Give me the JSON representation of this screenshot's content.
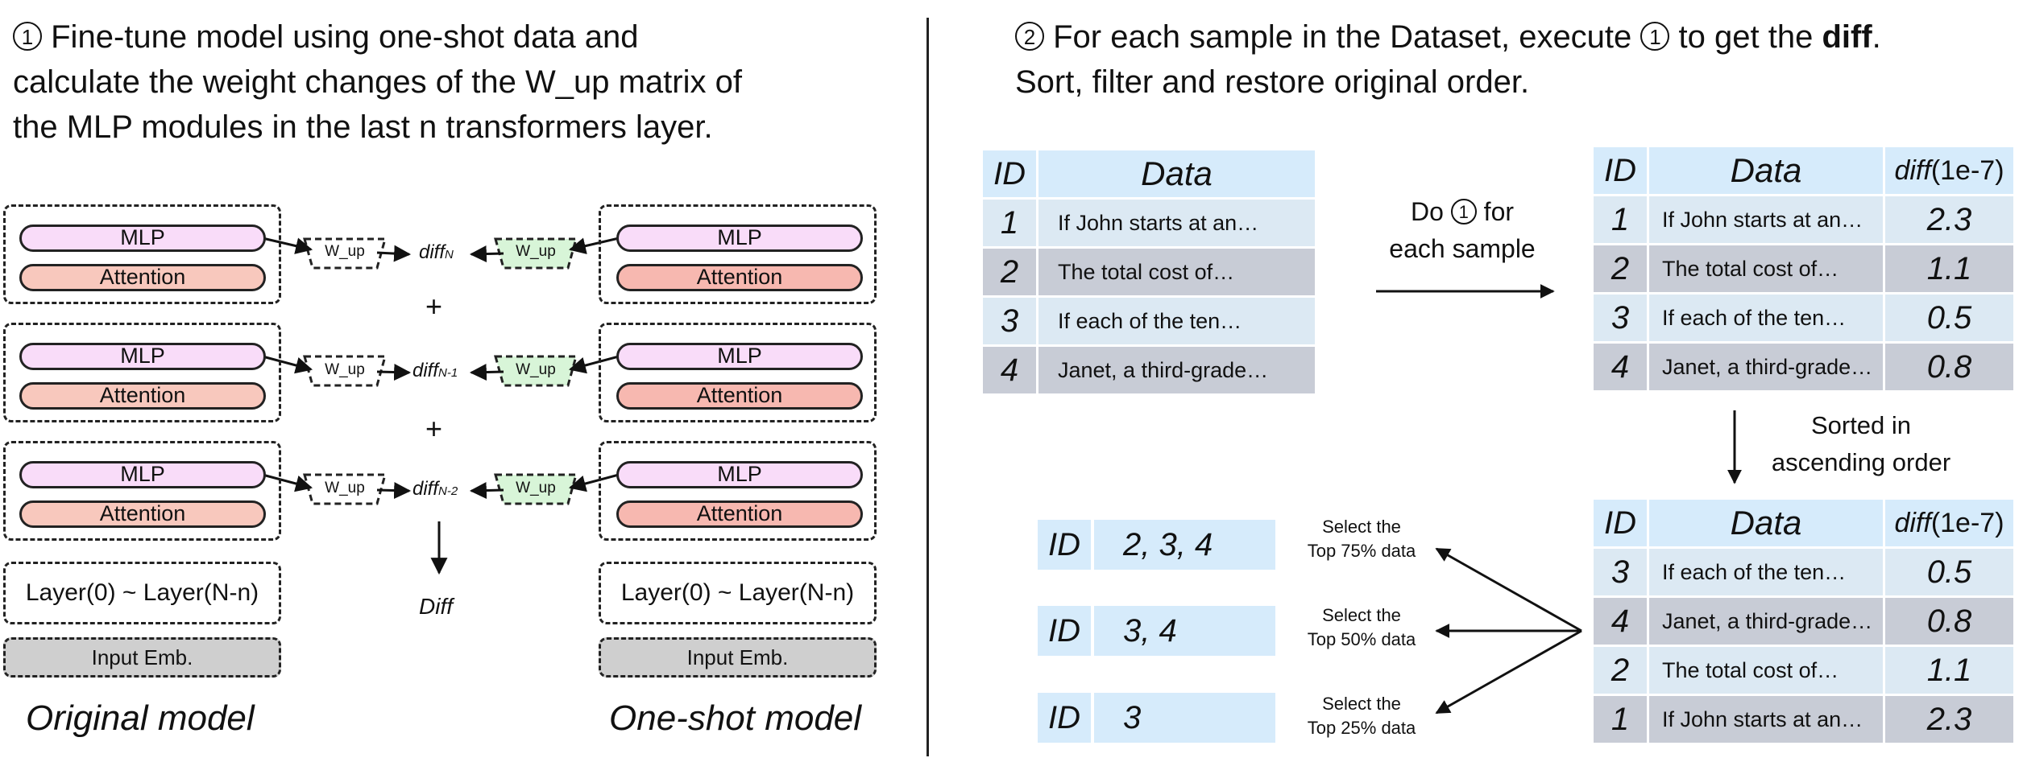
{
  "left_title": {
    "num": "1",
    "line1": "Fine-tune model using one-shot data and",
    "line2": "calculate the weight changes of the W_up matrix of",
    "line3": "the MLP modules in the last n transformers layer."
  },
  "right_title": {
    "num": "2",
    "pre": "For each sample in the Dataset, execute",
    "num2": "1",
    "mid": "to get the",
    "bold": "diff",
    "post": ".",
    "line2": "Sort, filter and restore original order."
  },
  "model": {
    "mlp": "MLP",
    "attention": "Attention",
    "wup": "W_up",
    "layers": "Layer(0) ~ Layer(N-n)",
    "emb": "Input Emb.",
    "diff_base": "diff",
    "diff_subs": [
      "N",
      "N-1",
      "N-2"
    ],
    "plus": "+",
    "diff_total": "Diff",
    "left_caption": "Original model",
    "right_caption": "One-shot model"
  },
  "table_headers": {
    "id": "ID",
    "data": "Data",
    "diff_italic": "diff",
    "diff_unit": "(1e-7)"
  },
  "dataset": [
    {
      "id": "1",
      "data": "If John starts at an…"
    },
    {
      "id": "2",
      "data": "The total cost of…"
    },
    {
      "id": "3",
      "data": "If each of the ten…"
    },
    {
      "id": "4",
      "data": "Janet, a third-grade…"
    }
  ],
  "do_step": {
    "line1": "Do",
    "num": "1",
    "line1b": "for",
    "line2": "each sample"
  },
  "with_diff": [
    {
      "id": "1",
      "data": "If John starts at an…",
      "diff": "2.3"
    },
    {
      "id": "2",
      "data": "The total cost of…",
      "diff": "1.1"
    },
    {
      "id": "3",
      "data": "If each of the ten…",
      "diff": "0.5"
    },
    {
      "id": "4",
      "data": "Janet, a third-grade…",
      "diff": "0.8"
    }
  ],
  "sort_label": {
    "line1": "Sorted in",
    "line2": "ascending order"
  },
  "sorted": [
    {
      "id": "3",
      "data": "If each of the ten…",
      "diff": "0.5"
    },
    {
      "id": "4",
      "data": "Janet, a third-grade…",
      "diff": "0.8"
    },
    {
      "id": "2",
      "data": "The total cost of…",
      "diff": "1.1"
    },
    {
      "id": "1",
      "data": "If John starts at an…",
      "diff": "2.3"
    }
  ],
  "selections": [
    {
      "id_label": "ID",
      "ids": "2, 3, 4",
      "line1": "Select the",
      "line2": "Top 75% data"
    },
    {
      "id_label": "ID",
      "ids": "3, 4",
      "line1": "Select the",
      "line2": "Top 50% data"
    },
    {
      "id_label": "ID",
      "ids": "3",
      "line1": "Select the",
      "line2": "Top 25% data"
    }
  ]
}
